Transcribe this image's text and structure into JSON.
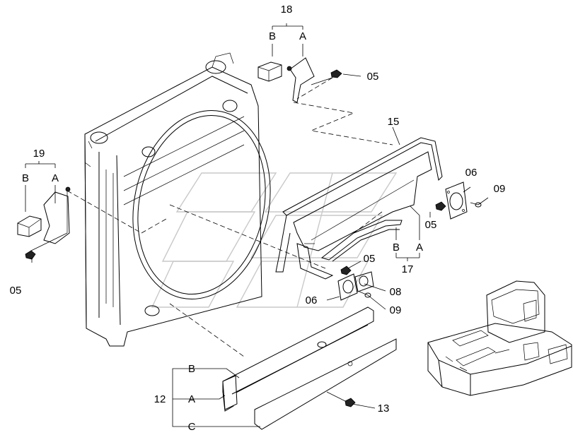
{
  "labels": {
    "p18": "18",
    "p18_b": "B",
    "p18_a": "A",
    "p19": "19",
    "p19_b": "B",
    "p19_a": "A",
    "p17": "17",
    "p17_b": "B",
    "p17_a": "A",
    "p12": "12",
    "p12_b": "B",
    "p12_a": "A",
    "p12_c": "C",
    "p15": "15",
    "p06_upper": "06",
    "p06_lower": "06",
    "p09_upper": "09",
    "p09_lower": "09",
    "p05_top": "05",
    "p05_left": "05",
    "p05_mid": "05",
    "p05_center": "05",
    "p08": "08",
    "p13": "13"
  }
}
